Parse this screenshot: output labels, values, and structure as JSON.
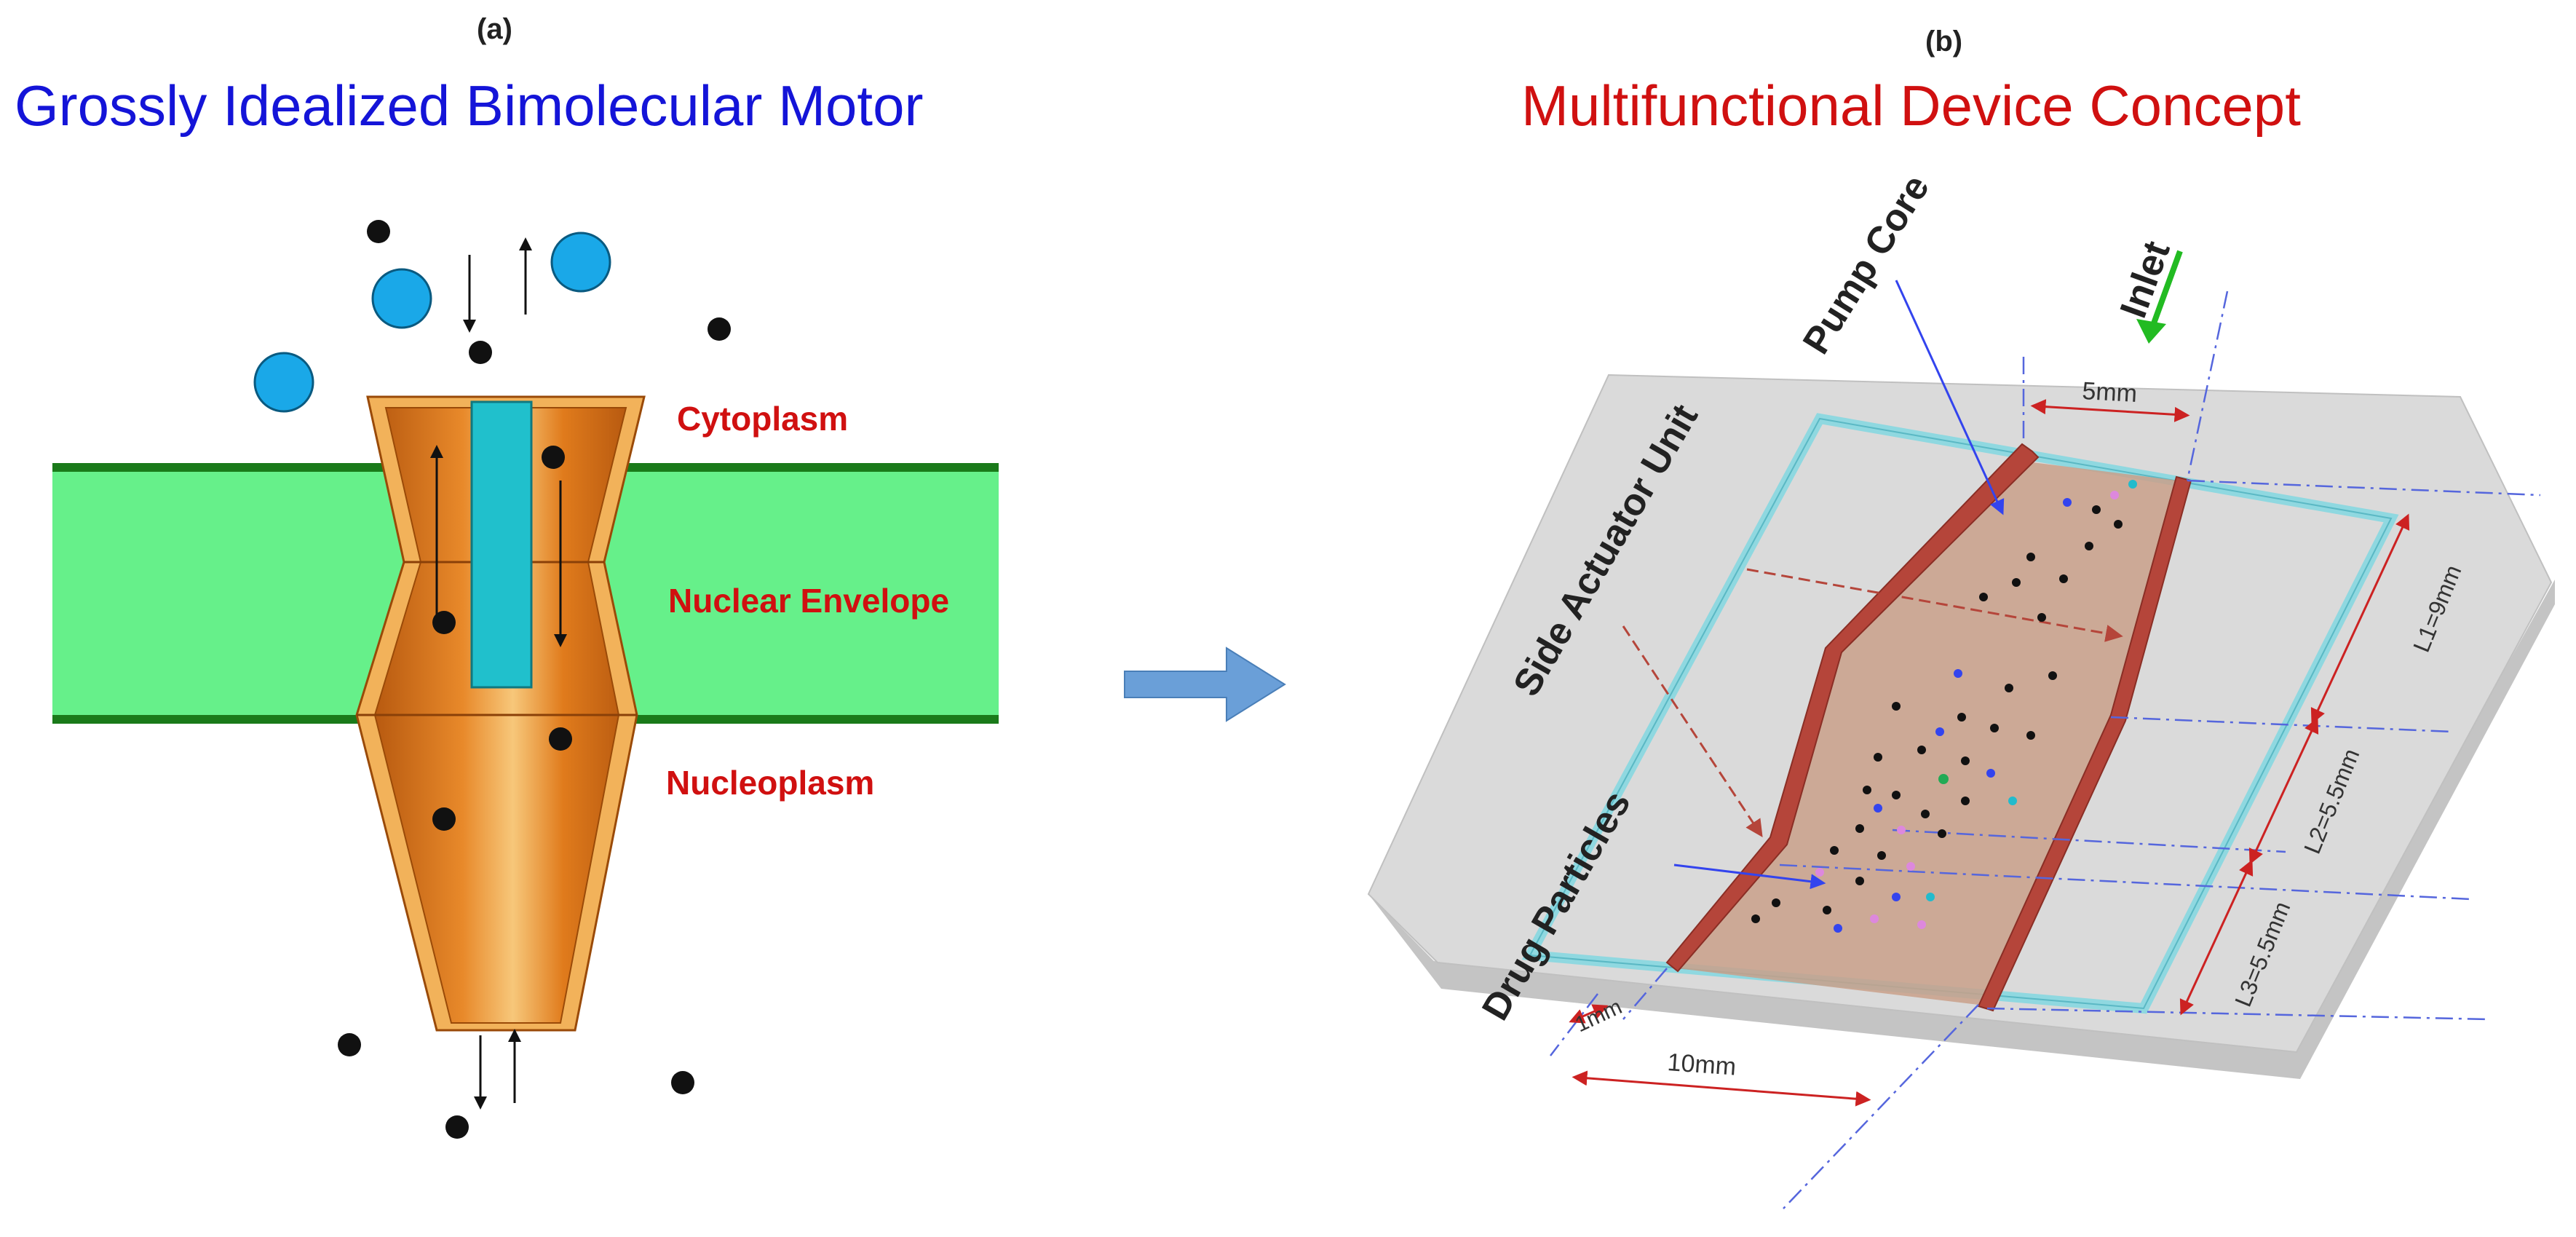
{
  "panel_a": {
    "letter": "(a)",
    "title": "Grossly Idealized Bimolecular Motor",
    "title_color": "#1414d8",
    "labels": {
      "cytoplasm": "Cytoplasm",
      "nuclear_envelope": "Nuclear Envelope",
      "nucleoplasm": "Nucleoplasm"
    },
    "label_color": "#d01010",
    "membrane_color": "#66f08a",
    "membrane_edge_color": "#1a7a1a",
    "pore_color": "#e07b1c",
    "central_channel_color": "#20c0cc",
    "cargo_color": "#1aa8e8"
  },
  "panel_b": {
    "letter": "(b)",
    "title": "Multifunctional Device Concept",
    "title_color": "#d01010",
    "labels": {
      "pump_core": "Pump Core",
      "inlet": "Inlet",
      "side_actuator_unit": "Side Actuator Unit",
      "drug_particles": "Drug Particles"
    },
    "dimensions": {
      "d5": "5mm",
      "d10": "10mm",
      "d1": "1mm",
      "l1": "L1=9mm",
      "l2": "L2=5.5mm",
      "l3": "L3=5.5mm"
    },
    "base_color": "#d8d8d8",
    "channel_color": "#c9a089",
    "wall_color": "#b5453a",
    "actuator_color": "#8fd8e0",
    "inlet_arrow_color": "#22bb22"
  },
  "connector_arrow_color": "#6a9fd8"
}
